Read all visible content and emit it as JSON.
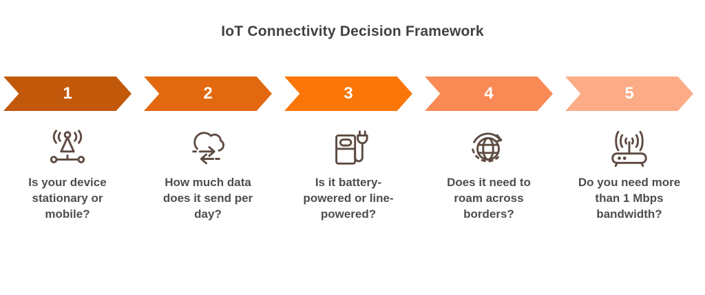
{
  "title": "IoT Connectivity Decision Framework",
  "colors": {
    "title_text": "#414141",
    "question_text": "#4d4d4d",
    "icon_stroke": "#5d4a41",
    "arrow_number_text": "#ffffff"
  },
  "steps": [
    {
      "number": "1",
      "color": "#c2580a",
      "icon": "antenna-node-icon",
      "lines": [
        "Is your device",
        "stationary or",
        "mobile?"
      ]
    },
    {
      "number": "2",
      "color": "#e2690f",
      "icon": "cloud-transfer-icon",
      "lines": [
        "How much data",
        "does it send per",
        "day?"
      ]
    },
    {
      "number": "3",
      "color": "#fb7608",
      "icon": "charging-station-icon",
      "lines": [
        "Is it battery-",
        "powered or line-",
        "powered?"
      ]
    },
    {
      "number": "4",
      "color": "#f98a55",
      "icon": "globe-roaming-icon",
      "lines": [
        "Does it need to",
        "roam across",
        "borders?"
      ]
    },
    {
      "number": "5",
      "color": "#fbac86",
      "icon": "wifi-router-icon",
      "lines": [
        "Do you need more",
        "than 1 Mbps",
        "bandwidth?"
      ]
    }
  ]
}
